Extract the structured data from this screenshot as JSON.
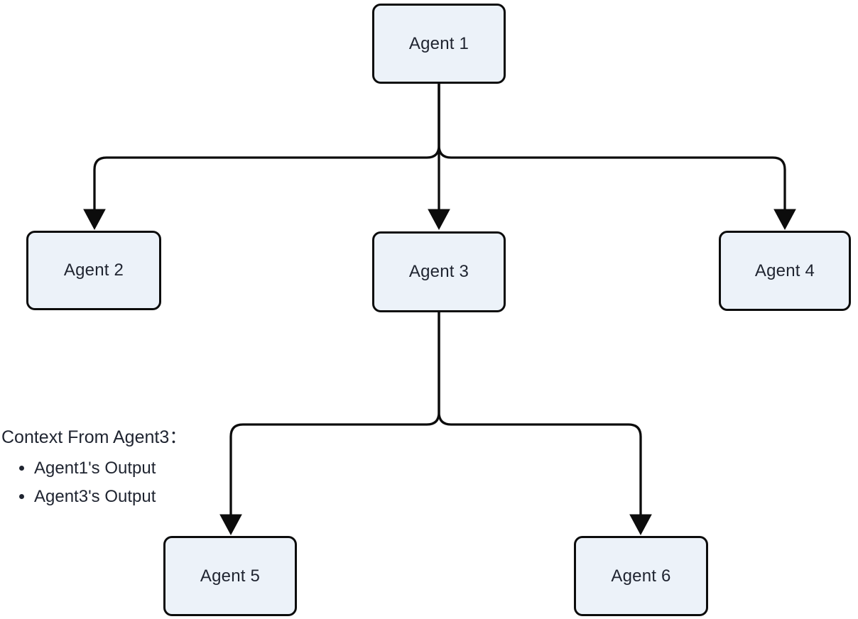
{
  "diagram": {
    "type": "flowchart",
    "direction": "top-down",
    "colors": {
      "background": "#ffffff",
      "node_fill": "#ECF2F9",
      "node_border": "#0c0c0c",
      "edge": "#0c0c0c",
      "text": "#1f2430"
    },
    "nodes": [
      {
        "id": "agent1",
        "label": "Agent 1"
      },
      {
        "id": "agent2",
        "label": "Agent 2"
      },
      {
        "id": "agent3",
        "label": "Agent 3"
      },
      {
        "id": "agent4",
        "label": "Agent 4"
      },
      {
        "id": "agent5",
        "label": "Agent 5"
      },
      {
        "id": "agent6",
        "label": "Agent 6"
      }
    ],
    "edges": [
      {
        "from": "agent1",
        "to": "agent2"
      },
      {
        "from": "agent1",
        "to": "agent3"
      },
      {
        "from": "agent1",
        "to": "agent4"
      },
      {
        "from": "agent3",
        "to": "agent5"
      },
      {
        "from": "agent3",
        "to": "agent6"
      }
    ],
    "annotation": {
      "title": "Context From Agent3：",
      "items": [
        "Agent1's Output",
        "Agent3's Output"
      ]
    }
  }
}
